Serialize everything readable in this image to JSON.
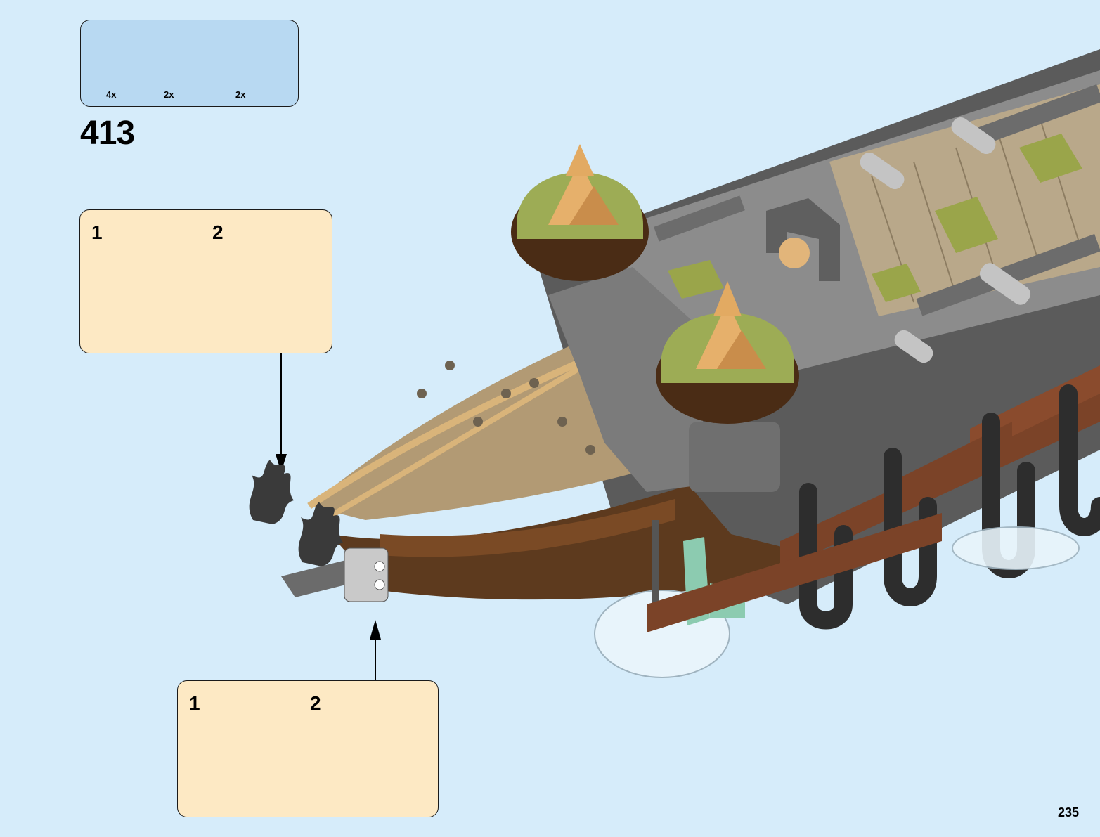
{
  "parts_callout": {
    "items": [
      {
        "quantity": "4x",
        "icon": "axle-pin-icon"
      },
      {
        "quantity": "2x",
        "icon": "technic-connector-icon"
      },
      {
        "quantity": "2x",
        "icon": "flame-element-icon"
      }
    ]
  },
  "step": {
    "number": "413"
  },
  "sub_assemblies": [
    {
      "steps": [
        "1",
        "2"
      ]
    },
    {
      "steps": [
        "1",
        "2"
      ]
    }
  ],
  "page": {
    "number": "235"
  },
  "colors": {
    "background": "#d6ecfa",
    "parts_box": "#b8d9f2",
    "sub_box": "#fde9c4",
    "arrow_red": "#d9262b"
  }
}
